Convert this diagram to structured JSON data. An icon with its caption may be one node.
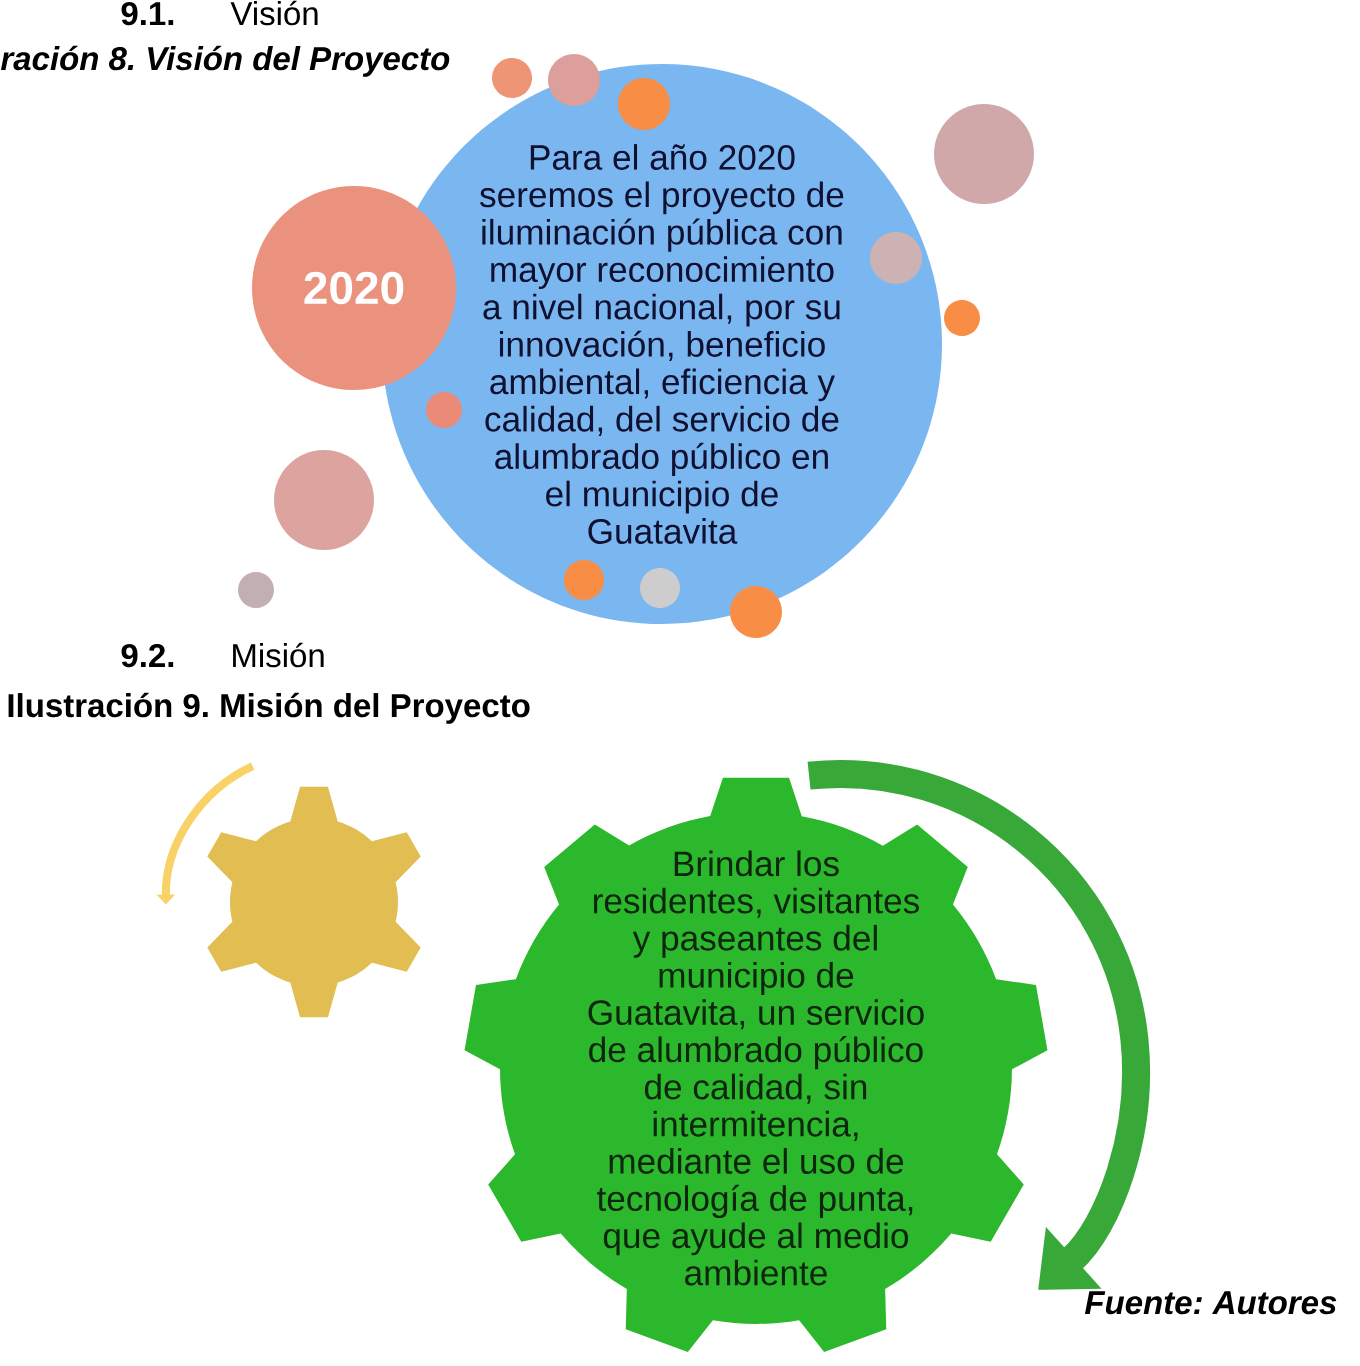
{
  "diagram": {
    "nodes": [
      {
        "text": [
          "2020"
        ]
      },
      {
        "text": [
          "Para el año 2020 seremos el proyecto de iluminación pública con mayor reconocimiento a nivel nacional, por su innovación, beneficio ambiental, eficiencia y calidad, del servicio de alumbrado público en el municipio de Guatavita"
        ]
      },
      {
        "text": [],
        "shape": "circle"
      },
      {
        "text": [],
        "shape": "circle"
      },
      {
        "text": [],
        "shape": "circle",
        "in": 1
      },
      {
        "text": [],
        "shape": "circle"
      },
      {
        "text": [],
        "shape": "circle"
      },
      {
        "text": [],
        "shape": "circle",
        "in": 1
      },
      {
        "text": [],
        "shape": "circle",
        "in": 1
      },
      {
        "text": [],
        "shape": "circle",
        "in": 1
      },
      {
        "text": [],
        "shape": "circle"
      },
      {
        "text": [],
        "shape": "circle",
        "in": 1
      },
      {
        "text": [],
        "shape": "circle"
      },
      {
        "text": [],
        "shape": "circle"
      },
      {
        "text": [],
        "shape": "gear"
      },
      {
        "text": [
          "Brindar los residentes, visitantes y paseantes del municipio de Guatavita, un servicio de alumbrado público de calidad, sin intermitencia, mediante el uso de tecnología de punta, que ayude al medio ambiente"
        ]
      }
    ],
    "labels": [
      "9.1.",
      "Visión",
      "ración 8. Visión del Proyecto",
      "9.2.",
      "Misión",
      "Ilustración 9. Misión del Proyecto",
      "Fuente: Autores"
    ]
  }
}
